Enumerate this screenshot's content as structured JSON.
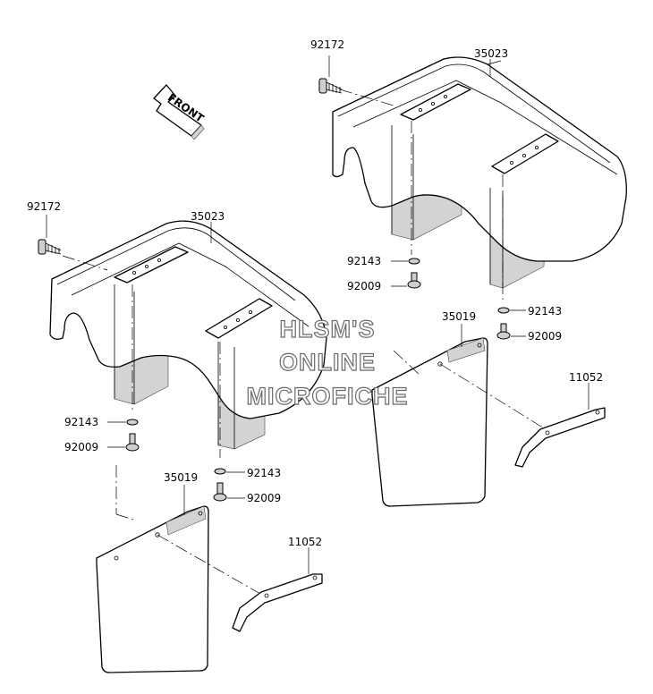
{
  "front_arrow": {
    "text": "FRONT"
  },
  "watermark": {
    "line1": "HLSM'S",
    "line2": "ONLINE",
    "line3": "MICROFICHE"
  },
  "labels": {
    "right_bolt": "92172",
    "right_fender": "35023",
    "left_bolt": "92172",
    "left_fender": "35023",
    "right_washer_a": "92143",
    "right_screw_a": "92009",
    "right_washer_b": "92143",
    "right_screw_b": "92009",
    "right_flap": "35019",
    "right_bracket": "11052",
    "left_washer_a": "92143",
    "left_screw_a": "92009",
    "left_washer_b": "92143",
    "left_screw_b": "92009",
    "left_flap": "35019",
    "left_bracket": "11052"
  }
}
